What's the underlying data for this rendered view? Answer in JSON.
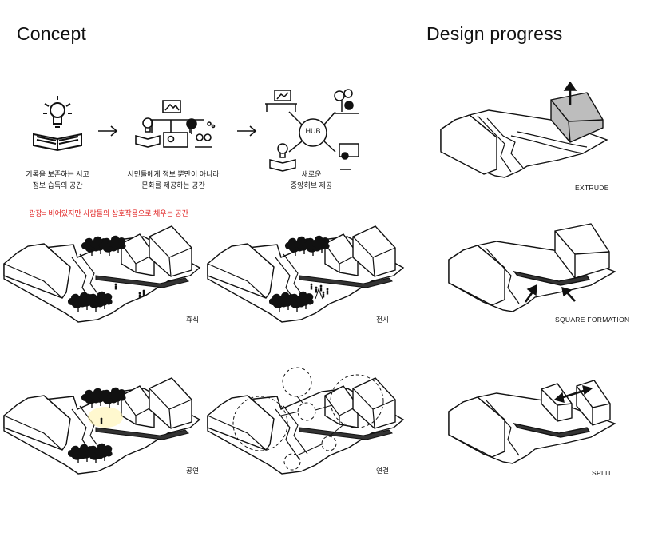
{
  "headings": {
    "concept": "Concept",
    "design_progress": "Design progress"
  },
  "concept_captions": [
    {
      "line1": "기록을 보존하는 서고",
      "line2": "정보 습득의 공간"
    },
    {
      "line1": "시민들에게 정보 뿐만이 아니라",
      "line2": "문화를 제공하는 공간"
    },
    {
      "line1": "새로운",
      "line2": "중앙허브 제공"
    }
  ],
  "hub_label": "HUB",
  "plaza_note": "광장= 비어있지만 사람들의 상호작용으로 채우는 공간",
  "scenario_labels": {
    "rest": "휴식",
    "exhibition": "전시",
    "performance": "공연",
    "connection": "연결"
  },
  "progress_labels": {
    "extrude": "EXTRUDE",
    "square": "SQUARE FORMATION",
    "split": "SPLIT"
  },
  "icons": [
    "lightbulb-book-icon",
    "arrow-right-icon",
    "gallery-people-icon",
    "hub-network-icon"
  ],
  "colors": {
    "ink": "#111111",
    "note_red": "#e02020",
    "extrude_fill": "#bdbdbd",
    "spotlight": "#fff3a8"
  }
}
